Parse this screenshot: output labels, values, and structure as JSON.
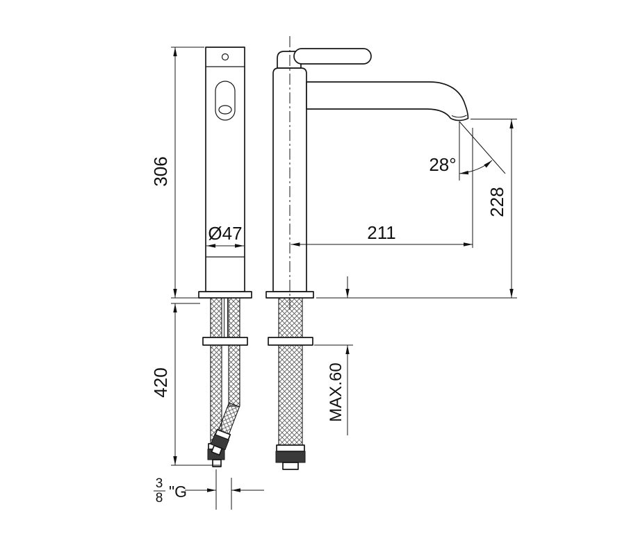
{
  "drawing": {
    "dimensions": {
      "body_height": "306",
      "under_counter_length": "420",
      "body_diameter": "Ø47",
      "spout_reach": "211",
      "outlet_height": "228",
      "stream_angle": "28°",
      "max_counter_thickness": "MAX.60",
      "thread": {
        "numerator": "3",
        "denominator": "8",
        "suffix": "\"G"
      }
    }
  }
}
